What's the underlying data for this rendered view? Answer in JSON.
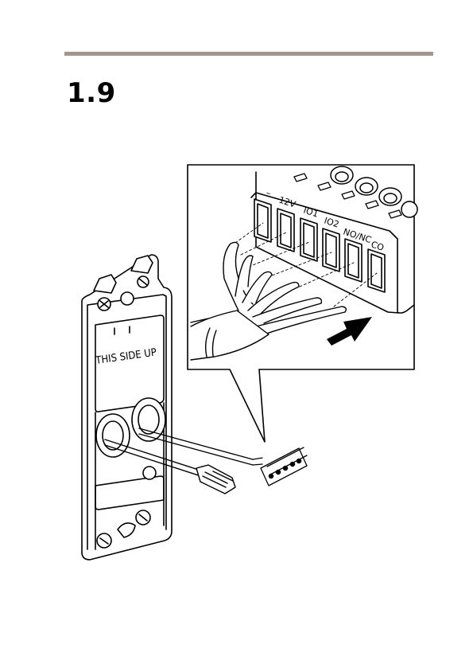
{
  "header": {
    "step_number": "1.9"
  },
  "illustration": {
    "plate_label": "THIS SIDE UP",
    "terminals": [
      "–",
      "12V",
      "IO1",
      "IO2",
      "NO/NC",
      "CO"
    ],
    "arrow_icon": "insert-arrow-icon"
  }
}
